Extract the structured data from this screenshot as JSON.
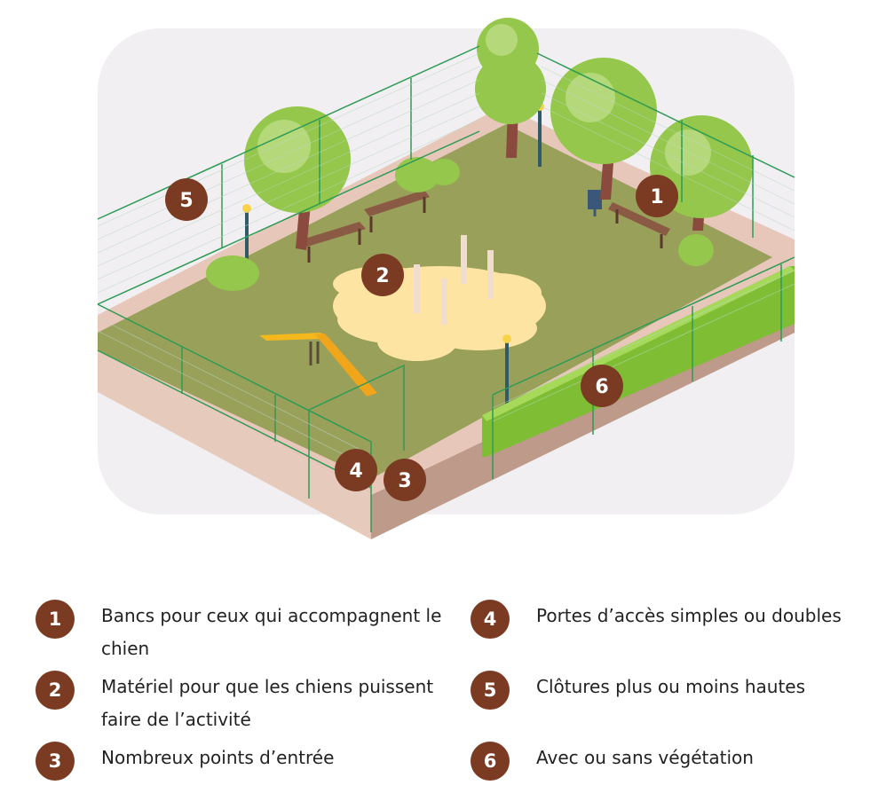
{
  "diagram": {
    "badges": [
      "1",
      "2",
      "3",
      "4",
      "5",
      "6"
    ]
  },
  "legend": [
    {
      "number": "1",
      "text": "Bancs pour ceux qui accompagnent le chien"
    },
    {
      "number": "2",
      "text": "Matériel pour que les chiens puissent faire de l’activité"
    },
    {
      "number": "3",
      "text": "Nombreux points d’entrée"
    },
    {
      "number": "4",
      "text": "Portes d’accès simples ou doubles"
    },
    {
      "number": "5",
      "text": "Clôtures plus ou moins hautes"
    },
    {
      "number": "6",
      "text": "Avec ou sans végétation"
    }
  ],
  "colors": {
    "badge": "#7b3b22",
    "grass": "#98a05a",
    "sand": "#fde4a2",
    "path": "#e8c7bb",
    "fence": "#2e9b55",
    "hedge": "#8fca3f",
    "background_panel": "#f1eff2"
  }
}
